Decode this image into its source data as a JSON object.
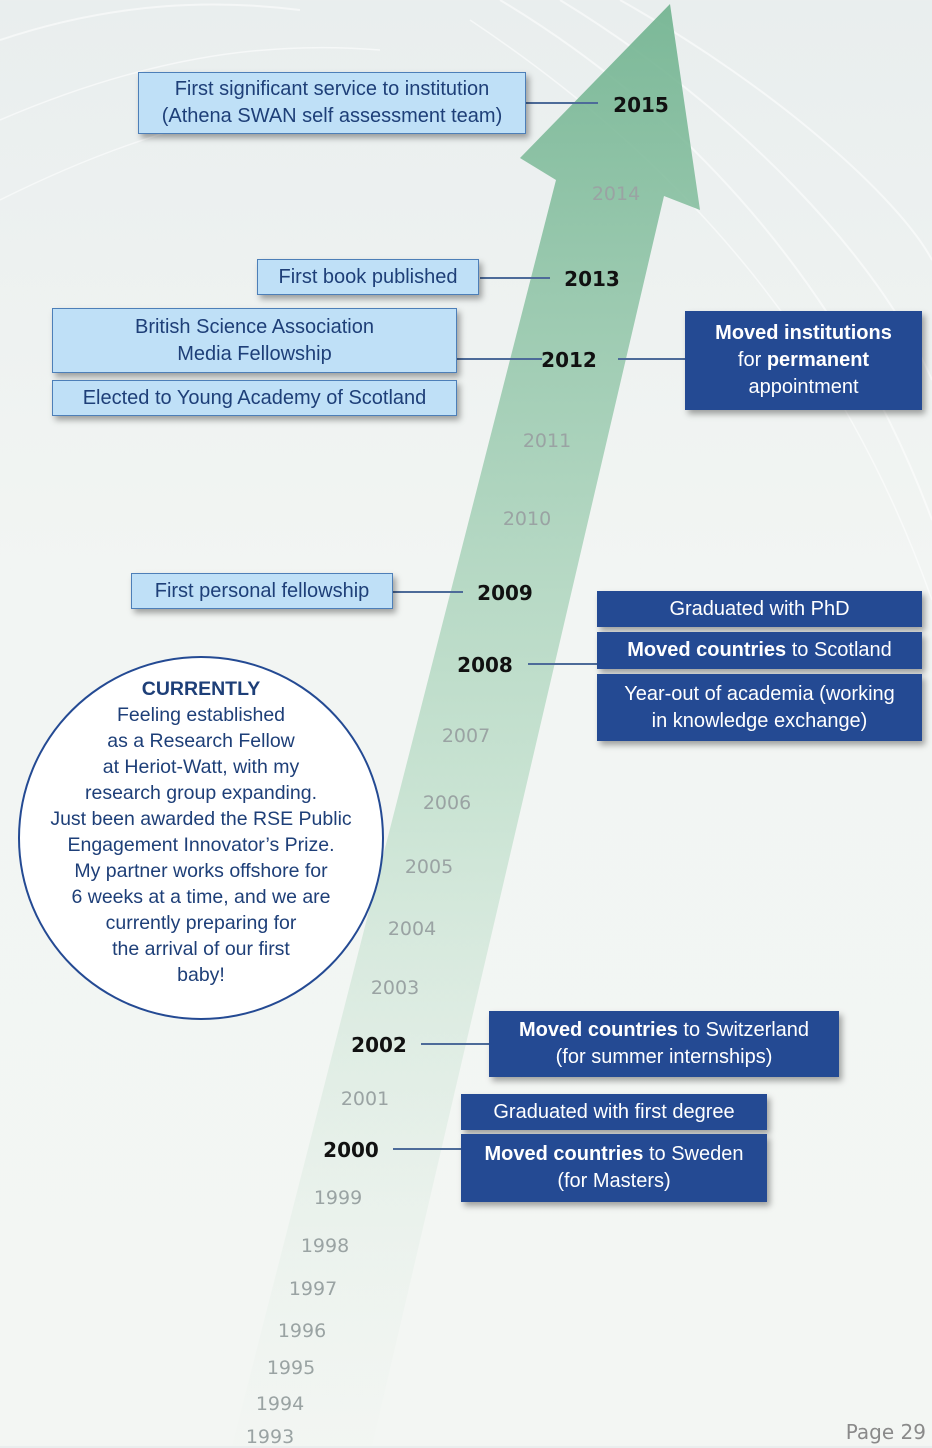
{
  "years": {
    "y2015": "2015",
    "y2014": "2014",
    "y2013": "2013",
    "y2012": "2012",
    "y2011": "2011",
    "y2010": "2010",
    "y2009": "2009",
    "y2008": "2008",
    "y2007": "2007",
    "y2006": "2006",
    "y2005": "2005",
    "y2004": "2004",
    "y2003": "2003",
    "y2002": "2002",
    "y2001": "2001",
    "y2000": "2000",
    "y1999": "1999",
    "y1998": "1998",
    "y1997": "1997",
    "y1996": "1996",
    "y1995": "1995",
    "y1994": "1994",
    "y1993": "1993"
  },
  "left_events": {
    "service_line1": "First significant service to institution",
    "service_line2": "(Athena SWAN self assessment team)",
    "book": "First book published",
    "bsa_line1": "British Science Association",
    "bsa_line2": "Media Fellowship",
    "yas": "Elected to Young Academy of Scotland",
    "fellowship": "First personal fellowship"
  },
  "right_events": {
    "moved_inst_bold": "Moved institutions",
    "moved_inst_for": "for",
    "moved_inst_perm": "permanent",
    "moved_inst_tail": "appointment",
    "phd": "Graduated with PhD",
    "scotland_bold": "Moved countries",
    "scotland_tail": "to Scotland",
    "yearout_line1": "Year-out of academia (working",
    "yearout_line2": "in knowledge exchange)",
    "swiss_bold": "Moved countries",
    "swiss_tail": "to Switzerland",
    "swiss_line2": "(for summer internships)",
    "first_degree": "Graduated with first degree",
    "sweden_bold": "Moved countries",
    "sweden_tail": "to Sweden",
    "sweden_line2": "(for Masters)"
  },
  "currently": {
    "title": "CURRENTLY",
    "lines": [
      "Feeling established",
      "as a Research Fellow",
      "at Heriot-Watt, with my",
      "research group expanding.",
      "Just been awarded the RSE Public",
      "Engagement Innovator’s Prize.",
      "My partner works offshore for",
      "6 weeks at a time, and we are",
      "currently preparing for",
      "the arrival of our first",
      "baby!"
    ]
  },
  "page": "Page 29",
  "colors": {
    "dark_box": "#244a93",
    "light_box": "#bfe0f7",
    "arrow": "#8fc3a6"
  }
}
